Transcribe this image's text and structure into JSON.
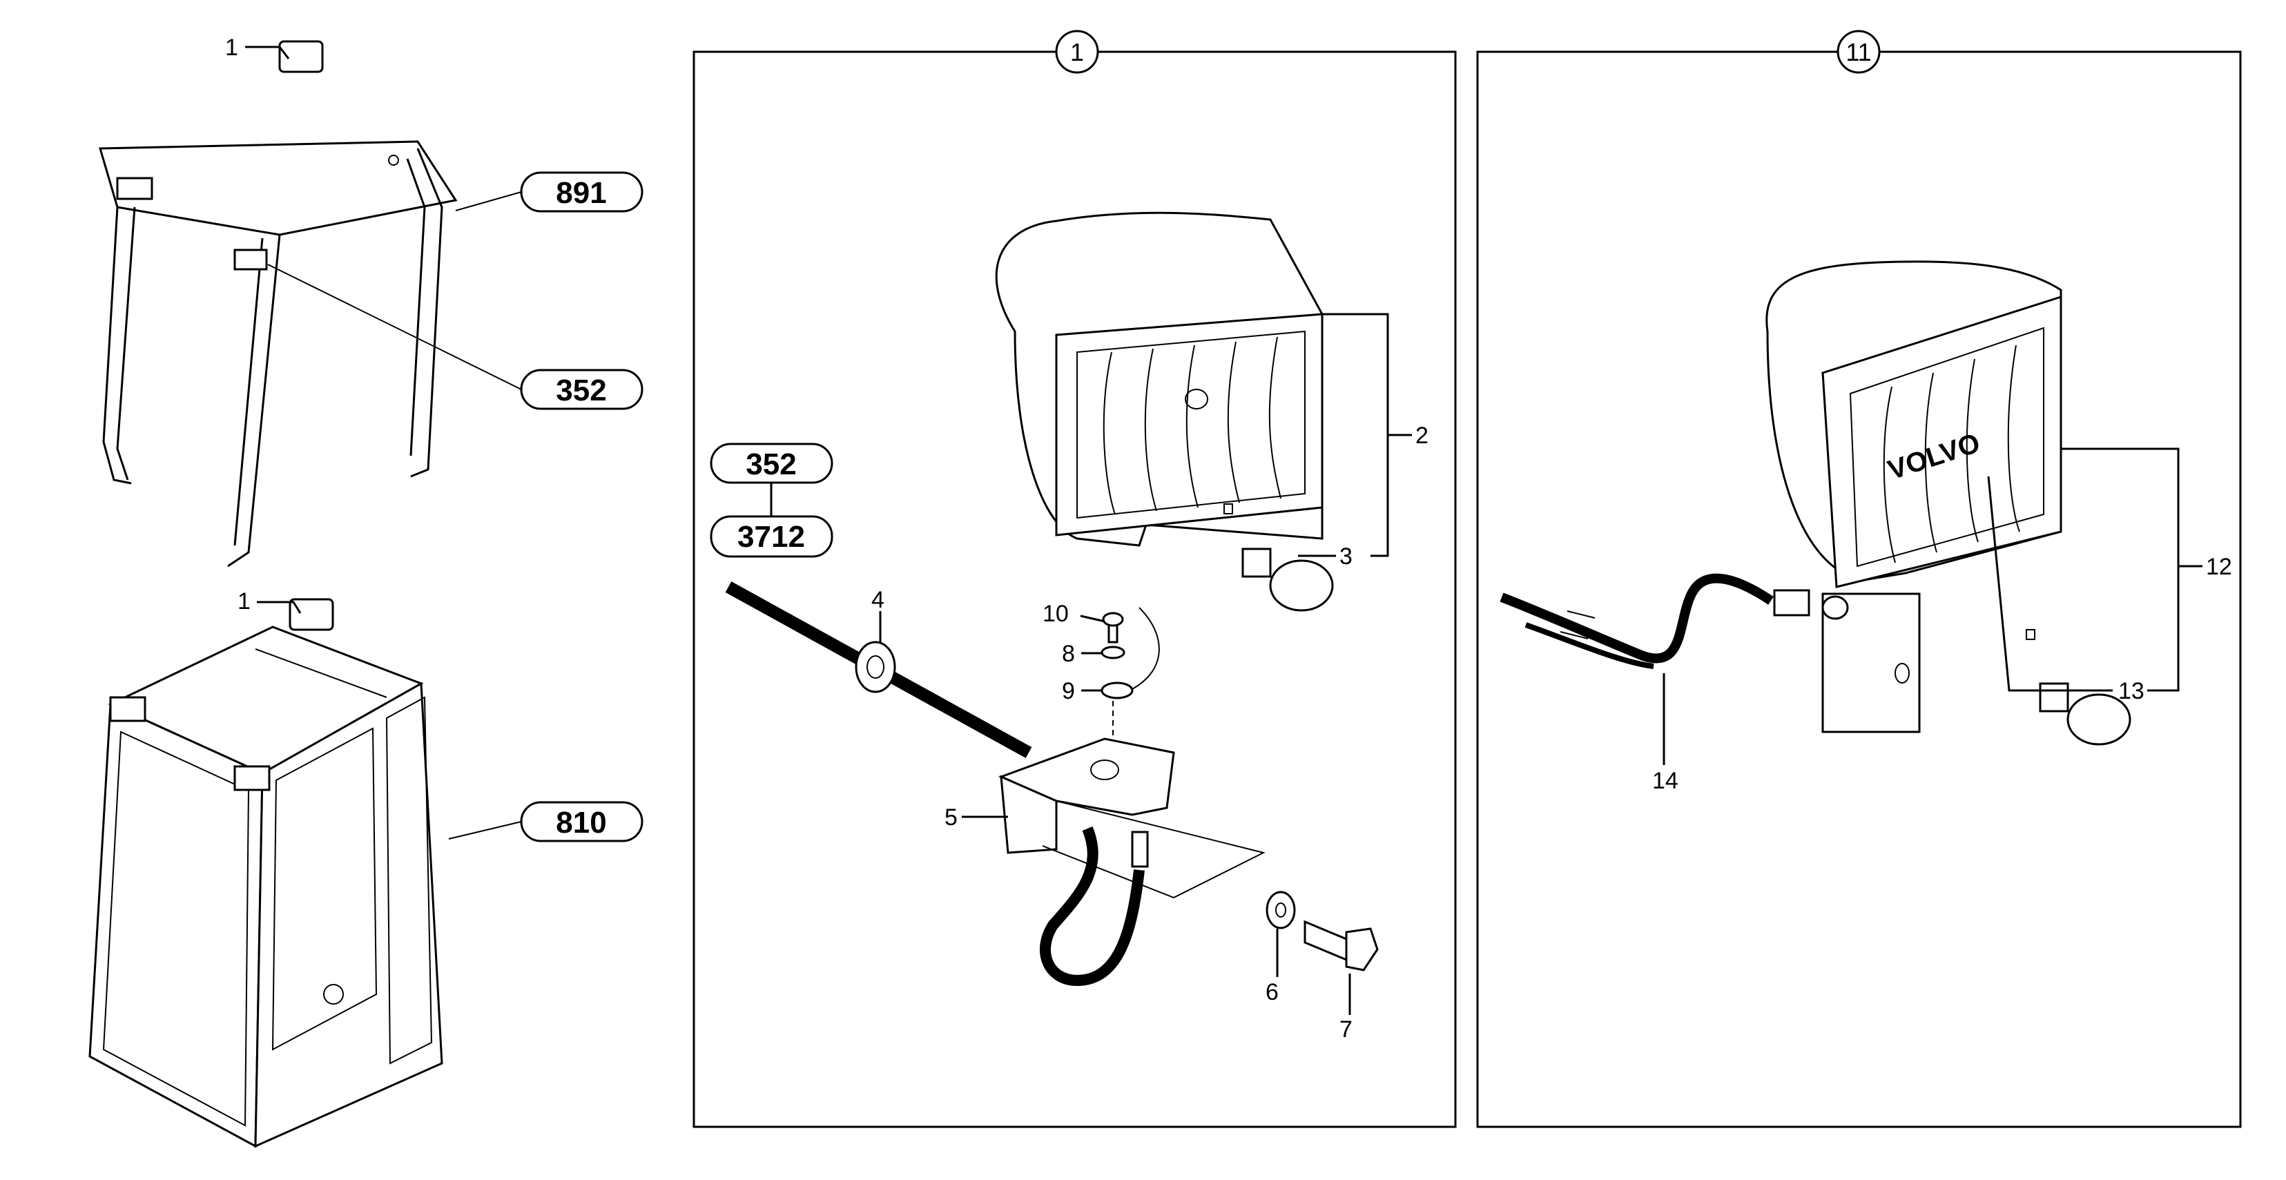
{
  "ref_pills": [
    "891",
    "352",
    "810",
    "352",
    "3712"
  ],
  "panel_numbers": [
    "1",
    "11"
  ],
  "callouts": {
    "c1_top": "1",
    "c1_bottom": "1",
    "c2": "2",
    "c3": "3",
    "c4": "4",
    "c5": "5",
    "c6": "6",
    "c7": "7",
    "c8": "8",
    "c9": "9",
    "c10": "10",
    "c12": "12",
    "c13": "13",
    "c14": "14"
  },
  "lamp_brand": "VOLVO"
}
